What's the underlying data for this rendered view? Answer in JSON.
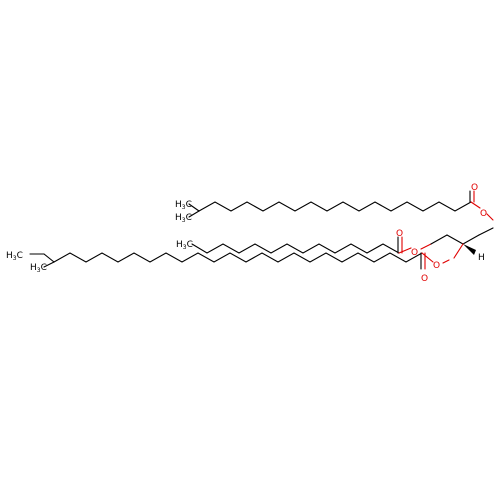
{
  "colors": {
    "carbon": "#000000",
    "oxygen": "#e00000",
    "background": "#ffffff"
  },
  "labels": {
    "o_ester1_single": "O",
    "o_ester1_double": "O",
    "o_ester2_single": "O",
    "o_ester2_double": "O",
    "o_ester3_single": "O",
    "o_ester3_double": "O",
    "h_stereo": "H",
    "h3c_top_a": "H",
    "h3c_top_a_sub": "3",
    "h3c_top_a_c": "C",
    "h3c_top_b": "H",
    "h3c_top_b_sub": "3",
    "h3c_top_b_c": "C",
    "h3c_mid": "H",
    "h3c_mid_sub": "3",
    "h3c_mid_c": "C",
    "h3c_bot_a": "H",
    "h3c_bot_a_sub": "3",
    "h3c_bot_a_c": "C",
    "h3c_bot_b": "H",
    "h3c_bot_b_sub": "3",
    "h3c_bot_b_c": "C"
  }
}
